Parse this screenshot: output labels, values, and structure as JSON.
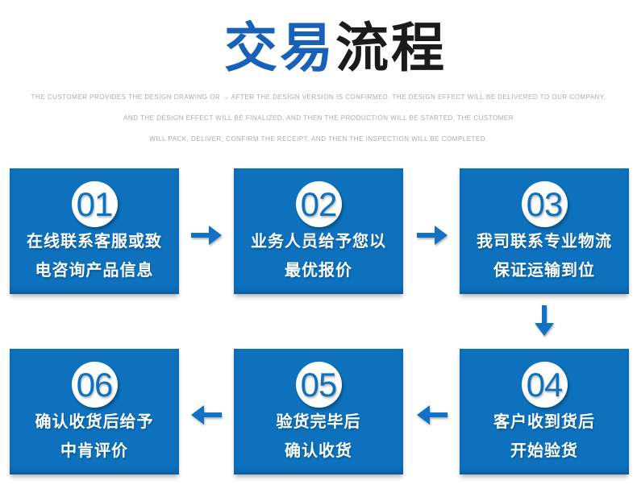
{
  "title": {
    "blue_text": "交易",
    "dark_text": "流程"
  },
  "subtitle": {
    "lines": [
      "THE CUSTOMER PROVIDES THE DESIGN DRAWING OR → AFTER THE DESIGN VERSION IS CONFIRMED, THE DESIGN EFFECT WILL BE DELIVERED TO OUR COMPANY,",
      "AND THE DESIGN EFFECT WILL BE FINALIZED, AND THEN THE PRODUCTION WILL BE STARTED, THE CUSTOMER",
      "WILL PACK, DELIVER, CONFIRM THE RECEIPT, AND THEN THE INSPECTION WILL BE COMPLETED."
    ]
  },
  "steps": [
    {
      "number": "01",
      "line1": "在线联系客服或致",
      "line2": "电咨询产品信息"
    },
    {
      "number": "02",
      "line1": "业务人员给予您以",
      "line2": "最优报价"
    },
    {
      "number": "03",
      "line1": "我司联系专业物流",
      "line2": "保证运输到位"
    },
    {
      "number": "04",
      "line1": "客户收到货后",
      "line2": "开始验货"
    },
    {
      "number": "05",
      "line1": "验货完毕后",
      "line2": "确认收货"
    },
    {
      "number": "06",
      "line1": "确认收货后给予",
      "line2": "中肯评价"
    }
  ],
  "flow": {
    "row1_order": [
      "01",
      "02",
      "03"
    ],
    "row2_order": [
      "06",
      "05",
      "04"
    ],
    "connectors": [
      {
        "from": "01",
        "to": "02",
        "direction": "right"
      },
      {
        "from": "02",
        "to": "03",
        "direction": "right"
      },
      {
        "from": "03",
        "to": "04",
        "direction": "down"
      },
      {
        "from": "04",
        "to": "05",
        "direction": "left"
      },
      {
        "from": "05",
        "to": "06",
        "direction": "left"
      }
    ]
  },
  "colors": {
    "card_blue": "#0d71bd",
    "title_blue": "#1961b8",
    "title_dark": "#1b1b1b",
    "subtitle_gray": "#ababab",
    "arrow_blue": "#1172c3",
    "badge_white": "#ffffff"
  }
}
